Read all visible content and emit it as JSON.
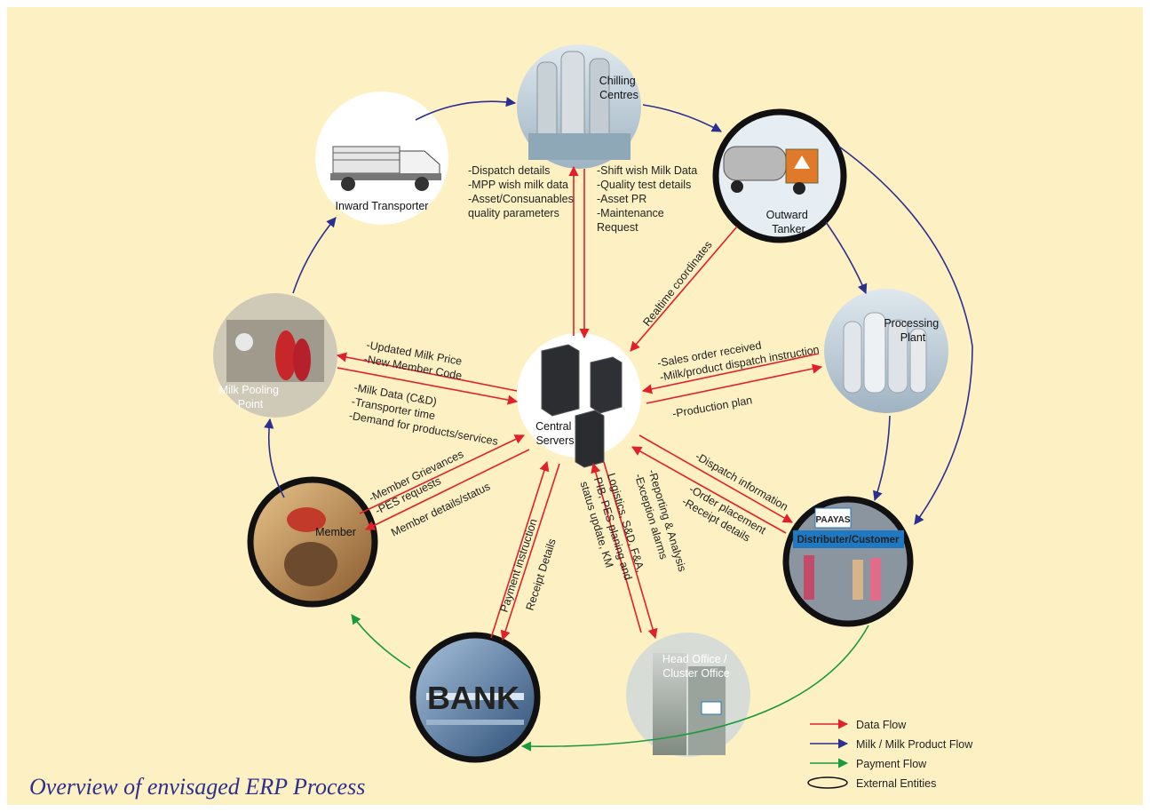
{
  "title": "Overview of envisaged ERP Process",
  "colors": {
    "background": "#fdf1c4",
    "data_flow": "#e0202a",
    "milk_flow": "#2b2f8f",
    "payment_flow": "#1a9a3a"
  },
  "nodes": {
    "chilling": [
      "Chilling",
      "Centres"
    ],
    "inward": "Inward Transporter",
    "tanker": [
      "Outward",
      "Tanker"
    ],
    "processing": [
      "Processing",
      "Plant"
    ],
    "mpp": [
      "Milk Pooling",
      "Point"
    ],
    "servers": [
      "Central",
      "Servers"
    ],
    "member": "Member",
    "bank": "BANK",
    "distributor_brand": "PAAYAS",
    "distributor": "Distributer/Customer",
    "head_office": [
      "Head Office /",
      "Cluster Office"
    ]
  },
  "flow_labels": {
    "inward_chilling": [
      "-Dispatch details",
      "-MPP wish milk data",
      "-Asset/Consuanables",
      "quality parameters"
    ],
    "chilling_servers": [
      "-Shift wish Milk Data",
      "-Quality test details",
      "-Asset PR",
      "-Maintenance",
      "Request"
    ],
    "tanker_servers": "Realtime coordinates",
    "mpp_out": [
      "-Updated Milk Price",
      "-New Member Code"
    ],
    "mpp_in": [
      "-Milk Data (C&D)",
      "-Transporter time",
      "-Demand for products/services"
    ],
    "processing_in": [
      "-Sales order received",
      "-Milk/product dispatch instruction"
    ],
    "processing_out": "-Production plan",
    "member_in": [
      "-Member Grievances",
      "-PES requests"
    ],
    "member_out": "Member details/status",
    "distributor_out": "-Dispatch information",
    "distributor_in": [
      "-Order placement",
      "-Receipt details"
    ],
    "bank_in": "Payment instruction",
    "bank_out": "Receipt Details",
    "head_office_a": [
      "Logistics, S&D, F&A,",
      "PIB, PES planing and",
      "status update, KM"
    ],
    "head_office_b": [
      "-Reporting & Analysis",
      "-Exception alarms"
    ]
  },
  "legend": {
    "data_flow": "Data Flow",
    "milk_flow": "Milk / Milk Product Flow",
    "payment_flow": "Payment Flow",
    "external": "External Entities"
  }
}
